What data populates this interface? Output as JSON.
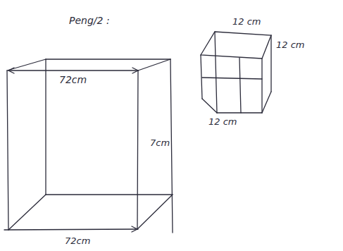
{
  "diagram": {
    "labels": [
      "Peng/2 :",
      "72cm",
      "7cm",
      "72cm",
      "12 cm",
      "12 cm",
      "12 cm"
    ]
  }
}
